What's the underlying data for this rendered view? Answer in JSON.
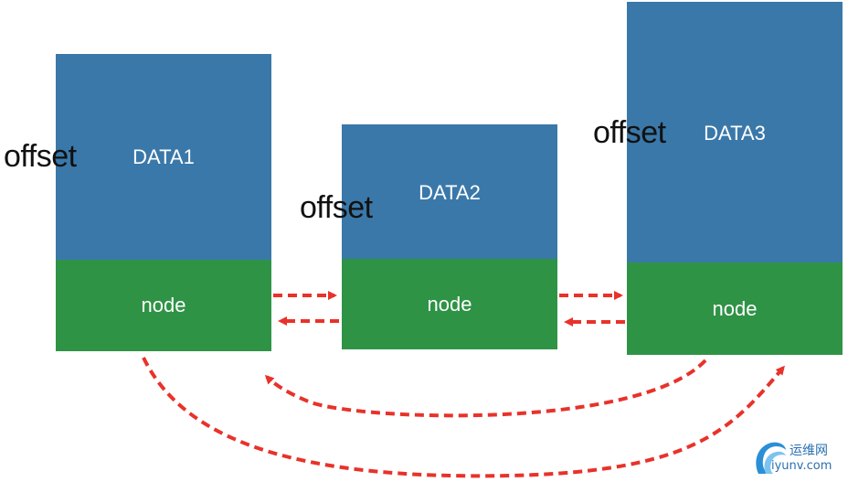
{
  "blocks": [
    {
      "data_label": "DATA1",
      "node_label": "node",
      "offset_label": "offset"
    },
    {
      "data_label": "DATA2",
      "node_label": "node",
      "offset_label": "offset"
    },
    {
      "data_label": "DATA3",
      "node_label": "node",
      "offset_label": "offset"
    }
  ],
  "colors": {
    "data_fill": "#3a78a9",
    "node_fill": "#2f9346",
    "arrow": "#e8322a",
    "text_on_block": "#ffffff",
    "offset_text": "#111111"
  },
  "watermark": {
    "top_text": "运维网",
    "bottom_text": "iyunv.com",
    "icon": "wave-logo-icon"
  }
}
